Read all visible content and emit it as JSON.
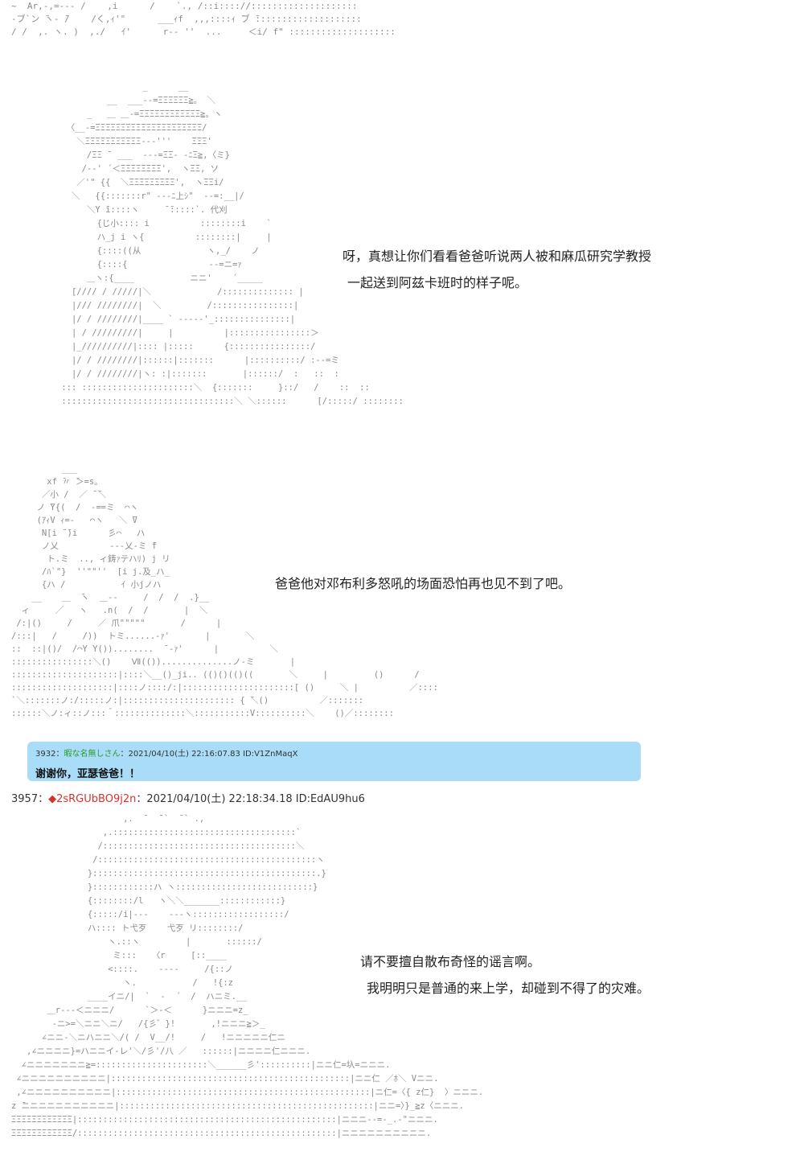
{
  "art_blocks": {
    "top_fragment": "~  Ar,-,=--- /    ,i      /    `., /::i:::://::::::::::::::::::::\n-ブ`ン ̄ヽ- ̄/    /く,ｨ'\"      ___ｨf  ,,,::::ｨ ̄ブ ̄::::::::::::::::::::\n/ /  ,. ヽ. )  ,./   ｲ'      r-- ''  ...     ＜i/ f\" ::::::::::::::::::::",
    "arthur_cap": "                 _      __\n          __  ___--=ΞΞΞΞΞΞ≧。 ＼\n      _   ＿ ＿-=ΞΞΞΞΞΞΞΞΞΞΞΞ≧。ヽ\n  〈__-=ΞΞΞΞΞΞΞΞΞΞΞΞΞΞΞΞΞΞΞΞΞ/\n    ＼ΞΞΞΞΞΞΞΞΞΞΞ---'''    ̄ΞΞΞ'\n      /ΞΞ ̄  ___  ---=ΞΞ- -ﾆΞ≧,〈ミ}\n     /--' ´＜ΞΞΞΞΞΞΞΞ',  ヽΞΞ, ソ\n    ／'\" {{  ＼ΞΞΞΞΞΞΞΞΞ',  ヽΞΞi/\n   ＼   {{:::::::r\" ---ﾆ上ｼ\"  --=:__|/\n      ＼Y ̄i::::ヽ     ̄ ̄:::::`. 代刈\n        {じ小:::: i          ::::::::i    ` \n        ハ_j i ヽ{          ::::::::|     |\n        {::::((从             ヽ,_/    ノ\n        {::::{                --=ニ=ｧ     \n      ＿ヽ:{____           ニニ'    ´_____\n   [//// / /////|＼             /:::::::::::::: |\n   |/// ////////|  ＼         /::::::::::::::::|\n   |/ / ////////|____ ` -----'_:::::::::::::::|\n   | / /////////|     |          |::::::::::::::::＞\n   |_//////////|:::: |:::::      {::::::::::::::::/\n   |/ / ////////|::::::|:::::::      |::::::::::/ :--=ミ\n   |/ / ////////|ヽ: :|:::::::       |::::::/  :   ::  :\n ::: ::::::::::::::::::::::＼  {:::::::     }::/   /    ::  ::\n ::::::::::::::::::::::::::::::::::＼ ＼::::::      [/:::::/ ::::::::",
    "dumbledore": "          ___\n       xf ̄〃 ̄＞=s。\n      ／小 /  ／ ̄ ̄＼\n     ノ ̄Y{(  /  -==ミ  ⌒ヽ\n     (ｱｨV ｨ=-   ⌒ヽ   ＼ ̄V\n      N[i ̄ ̄)i      彡⌒   ハ\n      ノ乂          ---乂-ミ ̄f\n       ト.ミ  .., ィ鋳ｧテハﾘ) j リ\n      /ﾊ`\"}  ''\"\"''  [i j.及_ハ_\n      {ハ /           ｲ 小jノハ\n    __    ＿  ̄ヽ  ＿--     /  /  /  .}__\n  ィ     ／   ヽ   .n(  /  /       |  ＼\n /:|()     /     ／ 爪\"\"\"\"\"       /      |\n/:::|   /     /))  トミ......-ｧ'       |       ＼\n::  ::|()/  /⌒Y Y())........  ̄ -ｧ'      |          ＼\n::::::::::::::::＼()    Ⅶ(())..............ノ-ミ       |\n:::::::::::::::::::::|::::＼__()_ji.. (()()(()((       ＼     |         ()      /\n::::::::::::::::::::|::::ノ::::/:|::::::::::::::::::::::[ ()     ＼ |          ／::::\n`＼:::::::ノ:/:::::ノ:|:::::::::::::::::::::: { ̄＼()          ／:::::::\n::::::＼ノ:ィ::ノ:::＾::::::::::::::＼:::::::::::V::::::::::＼    ()／::::::::",
    "harry": "                      ,.  ̄   ̄ `  ̄ ` .,\n                  ,.::::::::::::::::::::::::::::::::::::`\n                 /::::::::::::::::::::::::::::::::::::::＼\n                /:::::::::::::::::::::::::::::::::::::::::::ヽ\n               }::::::::::::::::::::::::::::::::::::::::::::.}\n               }::::::::::::ハ ヽ:::::::::::::::::::::::::::}\n               {::::::::/l   ヽ＼＼_______::::::::::::}\n               {:::::/i|---    ---ヽ::::::::::::::::::/\n               ハ:::: ト弋歹    弋歹 リ::::::::/\n                   ヽ.::ヽ         |       ::::::/\n                    ミ:::   〈r     [::____\n                   <::::.    ----     /{::ノ\n                      ヽ.           /   !{:z\n               ____イニ/|  `  -  ´  /  ハニミ.__\n       ＿r---＜ニニニ/      `＞-＜      }ニニニ=z_\n        -ニ>=＼ニニ＼ニ/   /{彡゛}!       ,!ニニニ≧＞_\n      ∠ニニ-＼ニハニニ＼/( /  V__/!     /   !ニニニニニ仁ニ\n   ,∠ニニニニ}=ハニニイ-レ'＼/彡'/八 ／   ::::::|ニニニニ仁ニニニ.\n  ∠ニニニニニニニ≧=::::::::::::::::::::::＼______彡'::::::::::|ニニ仁=圦=ニニニ.\n ∠ニニニニニニニニニニ|:::::::::::::::::::::::::::::::::::::::::::::::|ニニ仁 ／ﾎ＼ Vニニ.\n ,∠ニニニニニニニニニニ|::::::::::::::::::::::::::::::::::::::::::::::::::|ニ仁=〈{ z仁}  〉ニニニ.\nz ̄ニニニニニニニニニニニ|::::::::::::::::::::::::::::::::::::::::::::::::::|ニニ=〉}_≧z〈ニニニ.\nΞΞΞΞΞΞΞΞΞΞΞΞ|:::::::::::::::::::::::::::::::::::::::::::::::::::|ニニニ--=-_.-\"ニニニ.\nΞΞΞΞΞΞΞΞΞΞΞΞ/:::::::::::::::::::::::::::::::::::::::::::::::::::|ニニニニニニニニニニ."
  },
  "speech": {
    "arthur_line1": "呀，真想让你们看看爸爸听说两人被和麻瓜研究学教授",
    "arthur_line2": "一起送到阿兹卡班时的样子呢。",
    "dumbledore_line": "爸爸他对邓布利多怒吼的场面恐怕再也见不到了吧。",
    "harry_line1": "请不要擅自散布奇怪的谣言啊。",
    "harry_line2": "我明明只是普通的来上学，却碰到不得了的灾难。"
  },
  "reply": {
    "number": "3932",
    "separator": "：",
    "name": "暇な名無しさん",
    "datetime": "：2021/04/10(土) 22:16:07.83 ID:V1ZnMaqX",
    "text": "谢谢你，亚瑟爸爸！！"
  },
  "post": {
    "number": "3957",
    "separator": "：",
    "trip_icon": "◆",
    "name": "2sRGUbBO9j2n",
    "datetime": "：2021/04/10(土) 22:18:34.18 ID:EdAU9hu6"
  }
}
